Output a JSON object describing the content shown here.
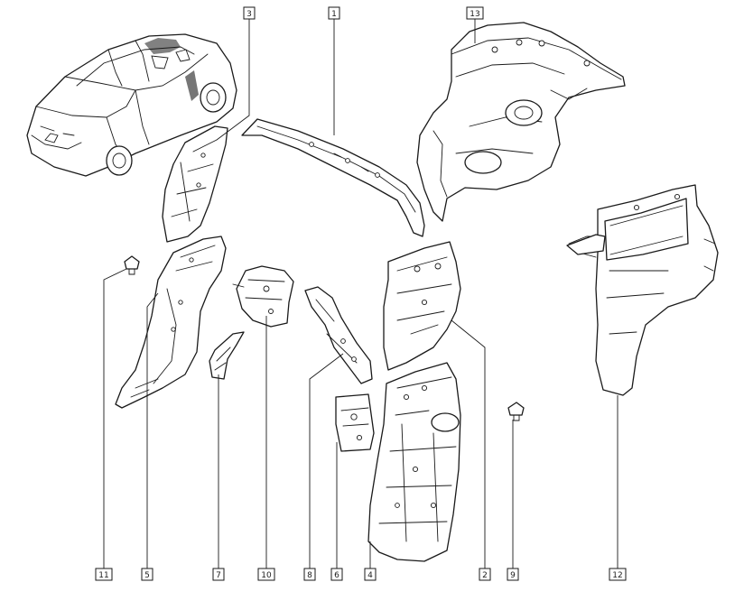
{
  "diagram": {
    "callouts": [
      {
        "id": "c1",
        "label": "1"
      },
      {
        "id": "c2",
        "label": "2"
      },
      {
        "id": "c3",
        "label": "3"
      },
      {
        "id": "c4",
        "label": "4"
      },
      {
        "id": "c5",
        "label": "5"
      },
      {
        "id": "c6",
        "label": "6"
      },
      {
        "id": "c7",
        "label": "7"
      },
      {
        "id": "c8",
        "label": "8"
      },
      {
        "id": "c9",
        "label": "9"
      },
      {
        "id": "c10",
        "label": "10"
      },
      {
        "id": "c11",
        "label": "11"
      },
      {
        "id": "c12",
        "label": "12"
      },
      {
        "id": "c13",
        "label": "13"
      }
    ],
    "colors": {
      "line": "#1a1a1a",
      "background": "#ffffff"
    }
  }
}
